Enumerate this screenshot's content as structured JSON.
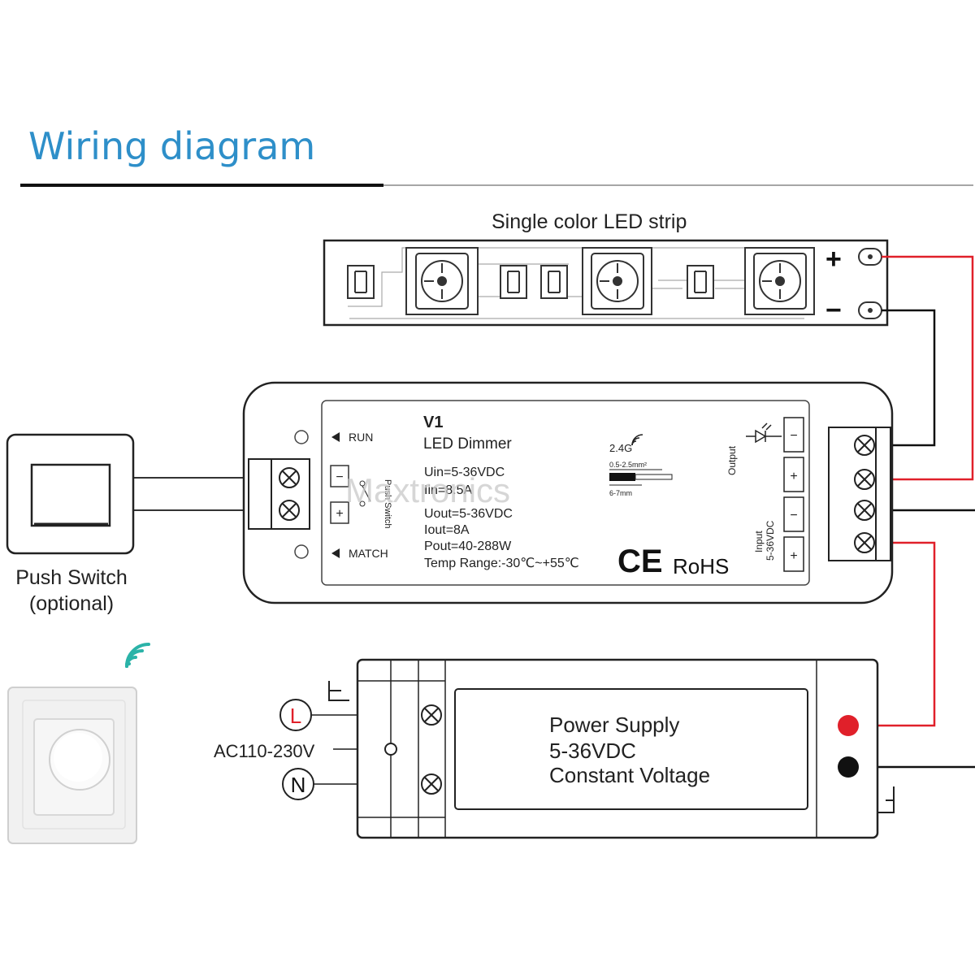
{
  "header": {
    "title": "Wiring diagram",
    "title_color": "#2e8fc9"
  },
  "led_strip": {
    "label": "Single color LED strip",
    "plus": "+",
    "minus": "−"
  },
  "push_switch": {
    "label_line1": "Push Switch",
    "label_line2": "(optional)"
  },
  "dimmer": {
    "model": "V1",
    "name": "LED Dimmer",
    "run": "RUN",
    "match": "MATCH",
    "push_switch_vertical": "Push Switch",
    "specs": [
      "Uin=5-36VDC",
      "Iin=8.5A",
      "Uout=5-36VDC",
      "Iout=8A",
      "Pout=40-288W",
      "Temp Range:-30℃~+55℃"
    ],
    "wireless": "2.4G",
    "wire_gauge": "0.5-2.5mm²",
    "strip_length": "6-7mm",
    "output_label": "Output",
    "input_label": "Input",
    "input_voltage": "5-36VDC",
    "ce": "CE",
    "rohs": "RoHS",
    "minus": "−",
    "plus": "+"
  },
  "power_supply": {
    "line1": "Power Supply",
    "line2": "5-36VDC",
    "line3": "Constant Voltage",
    "ac_label": "AC110-230V",
    "live": "L",
    "neutral": "N"
  },
  "watermark": "Maxtronics",
  "colors": {
    "wire_red": "#e0202a",
    "wire_black": "#111111",
    "accent_blue": "#2e8fc9",
    "wifi_teal": "#2bb3a8"
  },
  "icons": [
    "wifi-icon",
    "led-diode-icon",
    "terminal-screw-icon",
    "rotary-dimmer-icon"
  ]
}
